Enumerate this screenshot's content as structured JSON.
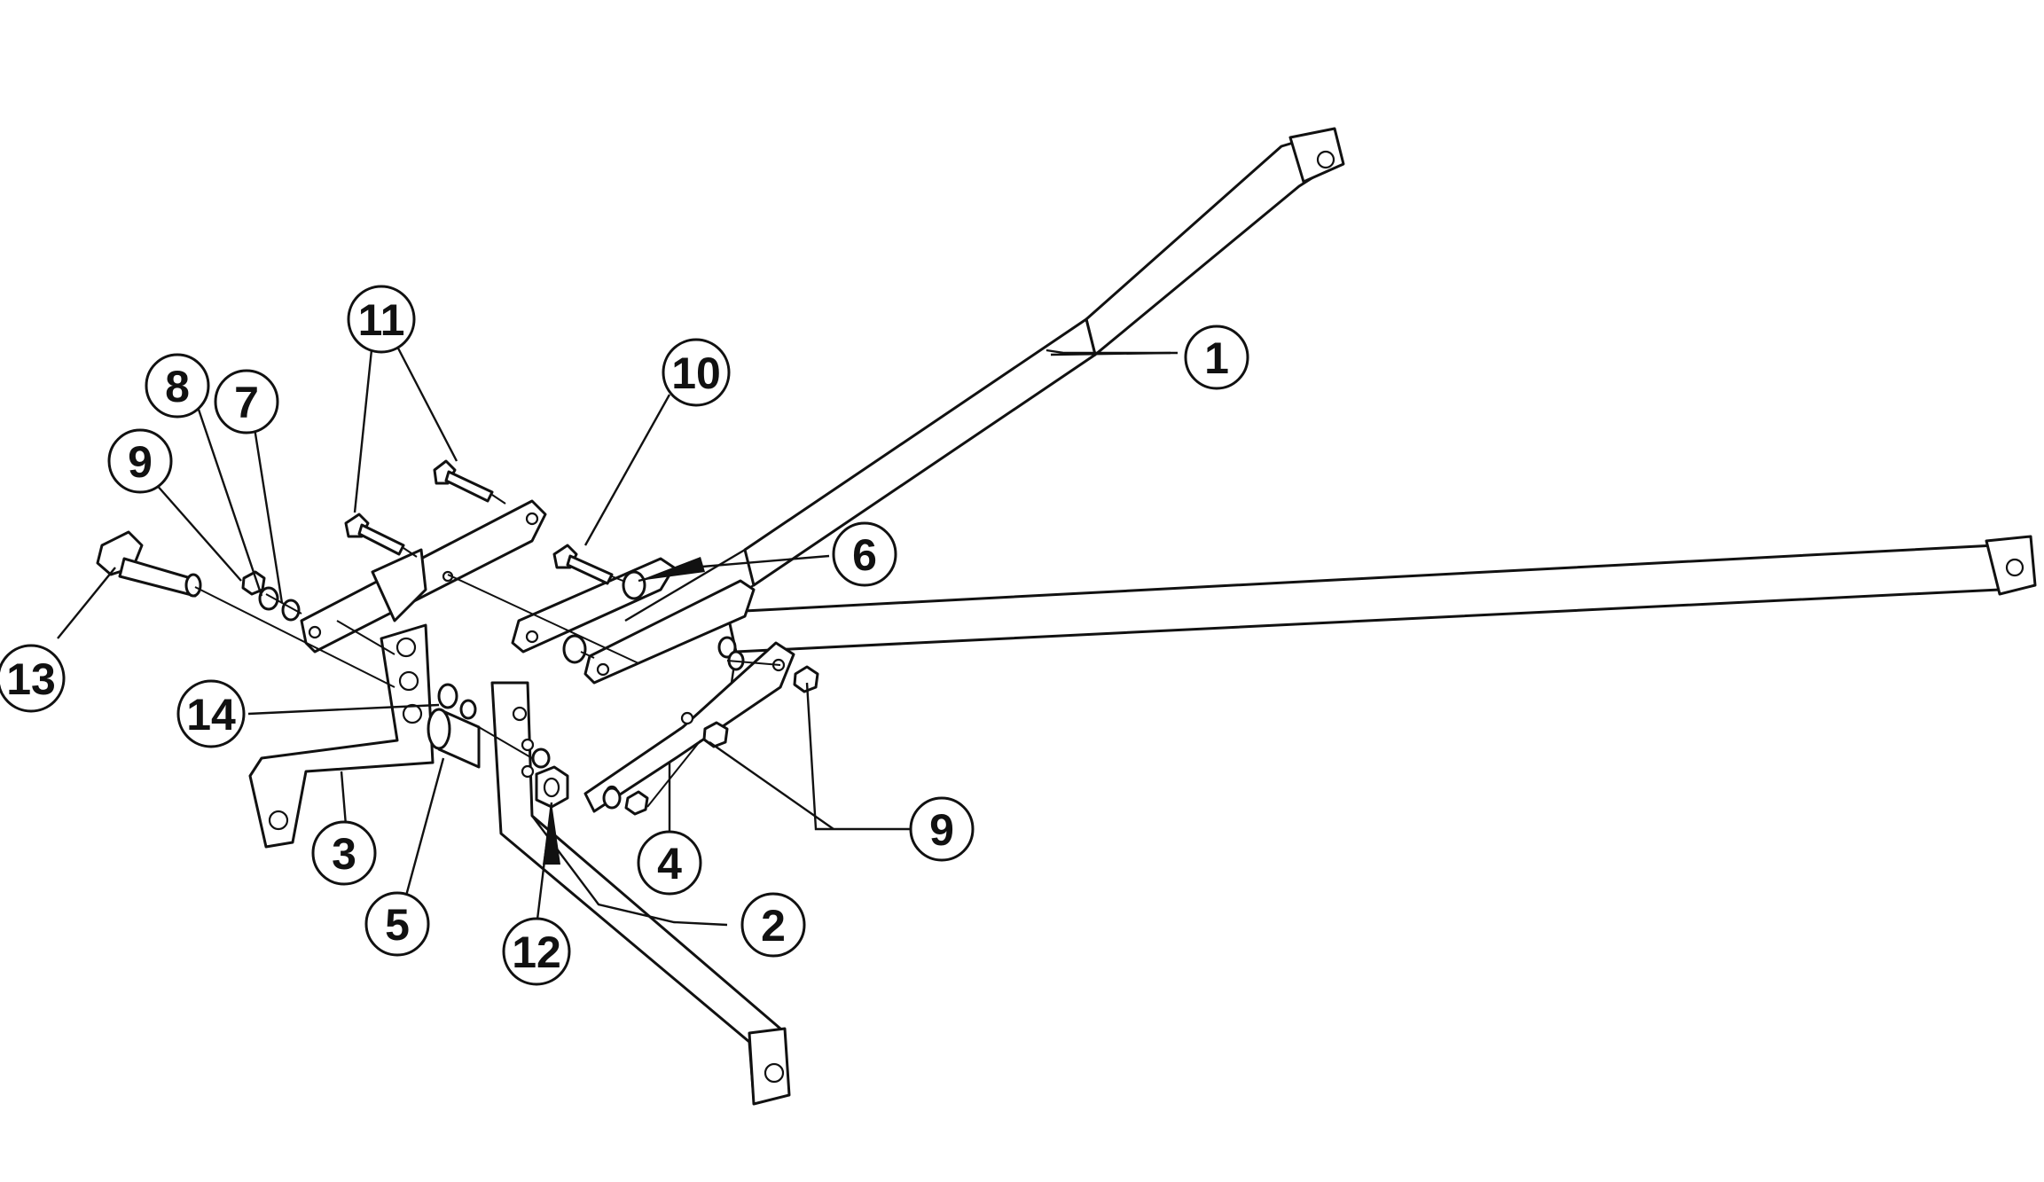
{
  "diagram": {
    "callouts": [
      "1",
      "2",
      "3",
      "4",
      "5",
      "6",
      "7",
      "8",
      "9",
      "9",
      "10",
      "11",
      "12",
      "13",
      "14"
    ]
  }
}
